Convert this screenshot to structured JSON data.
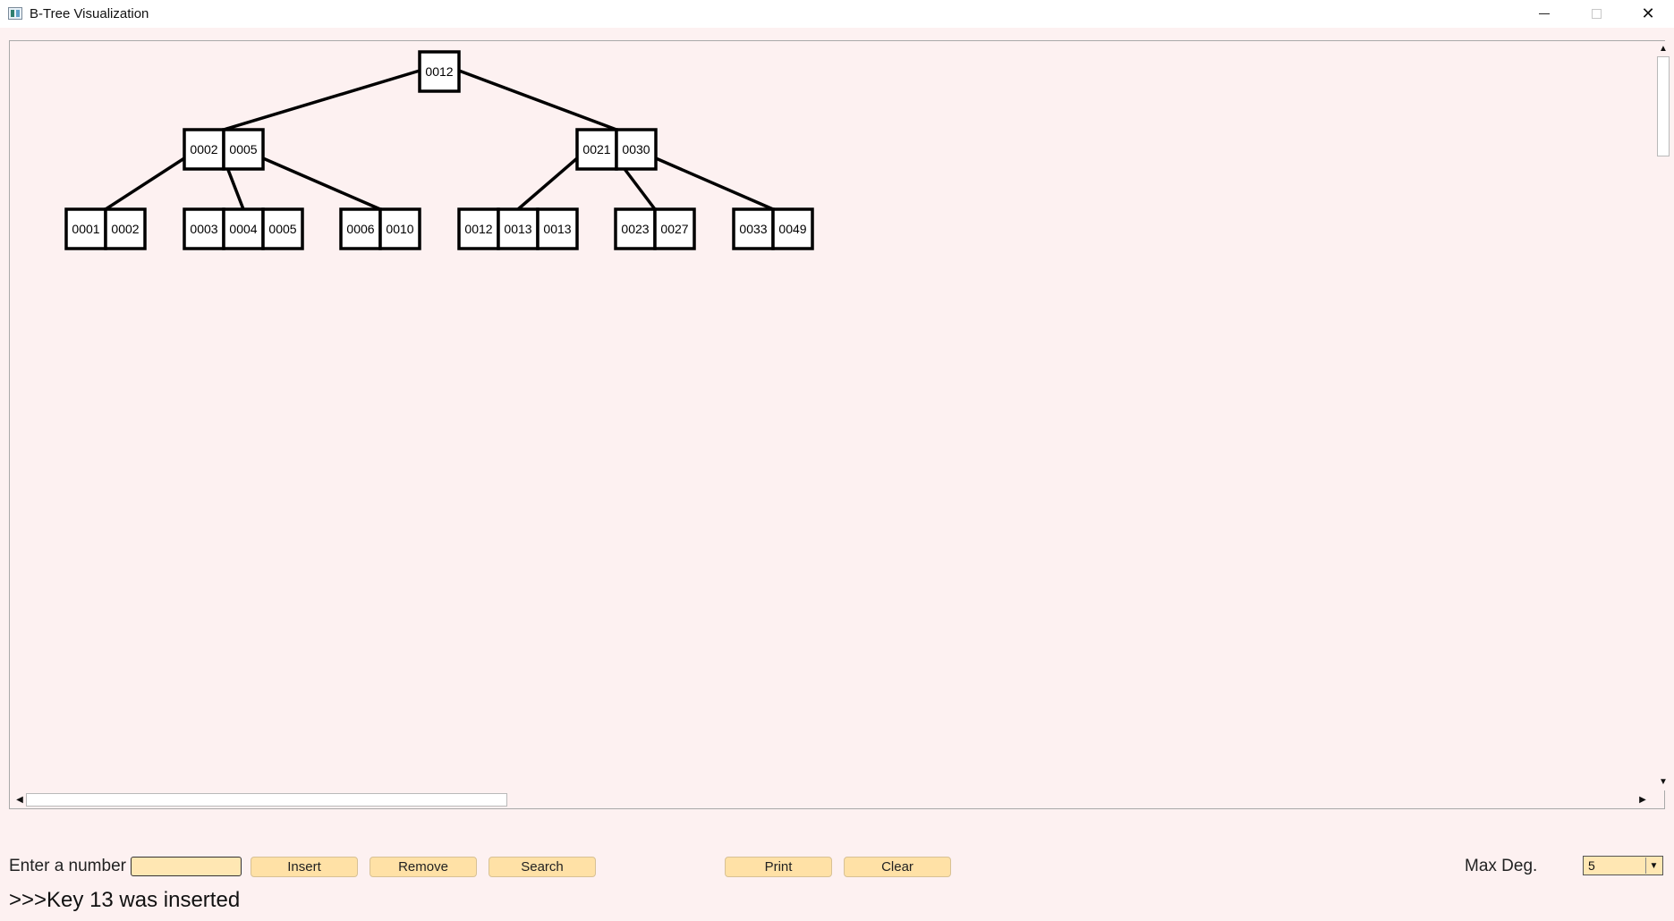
{
  "window": {
    "title": "B-Tree Visualization",
    "minimize_icon": "minimize-icon",
    "maximize_icon": "maximize-icon",
    "close_glyph": "✕"
  },
  "tree": {
    "root": {
      "keys": [
        "0012"
      ],
      "children": [
        {
          "keys": [
            "0002",
            "0005"
          ],
          "children": [
            {
              "keys": [
                "0001",
                "0002"
              ]
            },
            {
              "keys": [
                "0003",
                "0004",
                "0005"
              ]
            },
            {
              "keys": [
                "0006",
                "0010"
              ]
            }
          ]
        },
        {
          "keys": [
            "0021",
            "0030"
          ],
          "children": [
            {
              "keys": [
                "0012",
                "0013",
                "0013"
              ]
            },
            {
              "keys": [
                "0023",
                "0027"
              ]
            },
            {
              "keys": [
                "0033",
                "0049"
              ]
            }
          ]
        }
      ]
    }
  },
  "controls": {
    "enter_label": "Enter a number",
    "input_value": "",
    "insert_label": "Insert",
    "remove_label": "Remove",
    "search_label": "Search",
    "print_label": "Print",
    "clear_label": "Clear",
    "max_deg_label": "Max Deg.",
    "max_deg_value": "5"
  },
  "status": ">>>Key 13 was inserted",
  "colors": {
    "canvas_bg": "#fdf1f1",
    "button_bg": "#ffe1a6",
    "node_border": "#000000",
    "node_fill": "#ffffff"
  }
}
